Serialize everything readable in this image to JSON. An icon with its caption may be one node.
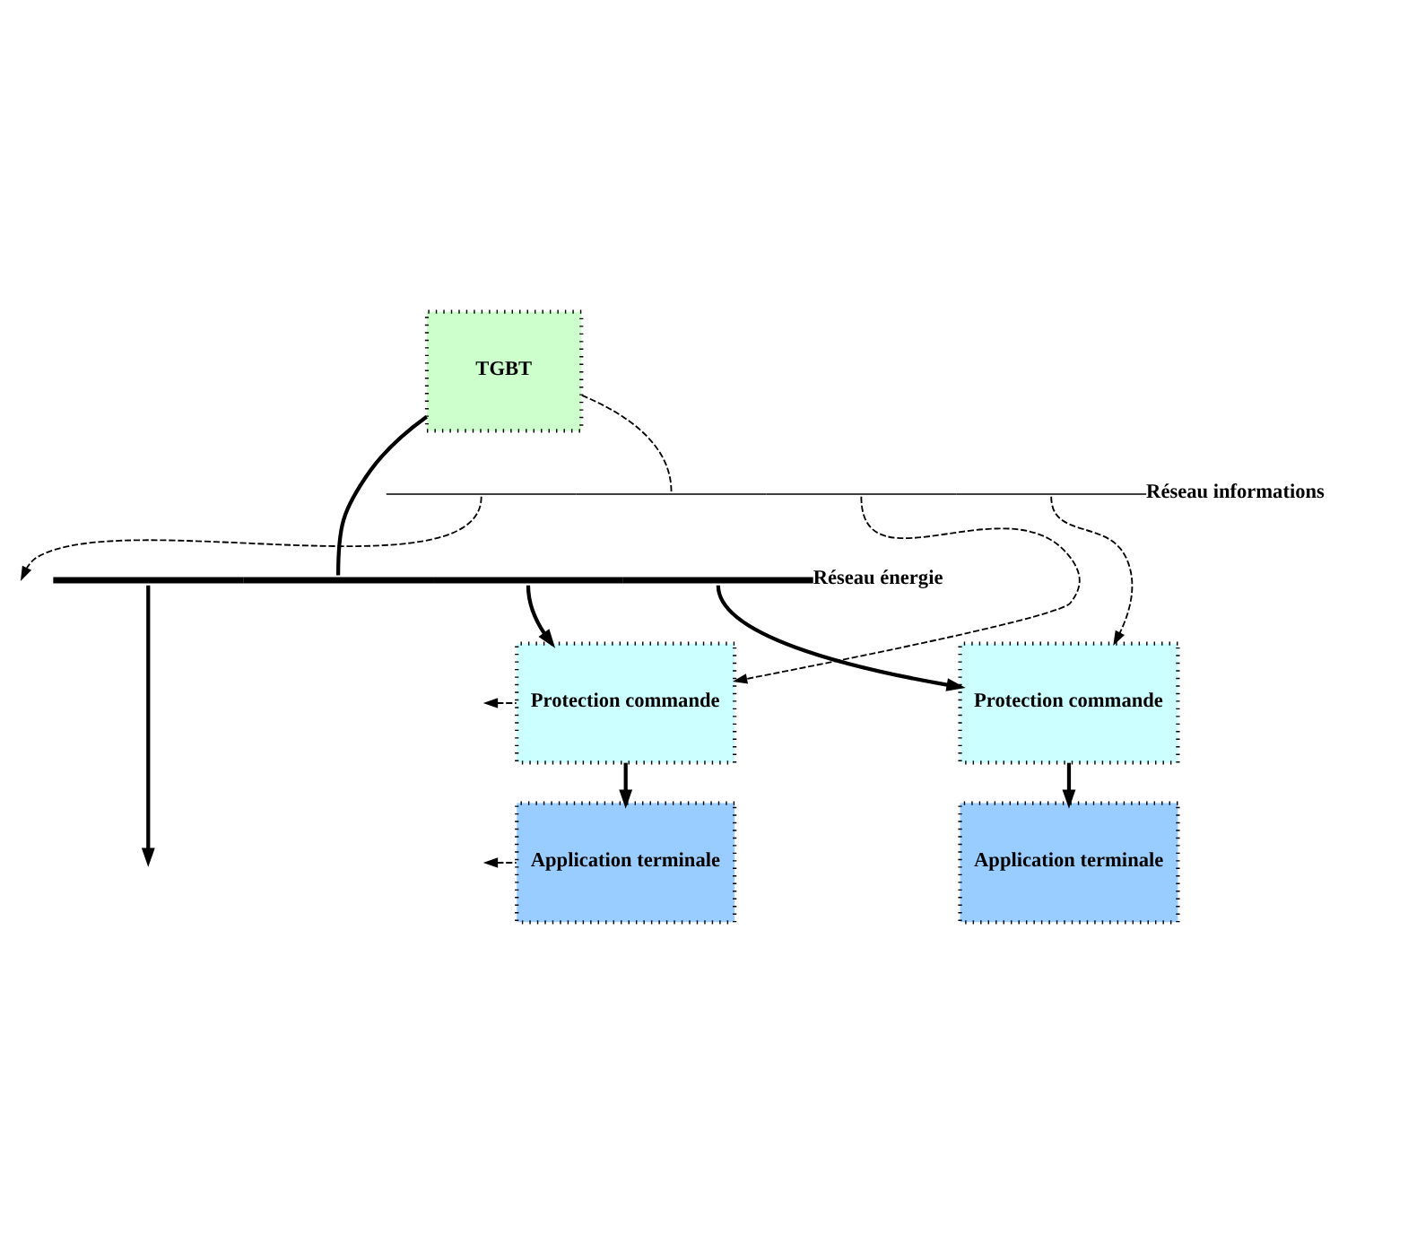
{
  "diagram": {
    "nodes": [
      {
        "text": [
          "TGBT"
        ]
      },
      {
        "text": [],
        "shape": "bar",
        "beside": [
          "Réseau informations"
        ]
      },
      {
        "text": [],
        "shape": "bar",
        "beside": [
          "Réseau énergie"
        ]
      },
      {
        "text": [
          "Protection commande"
        ]
      },
      {
        "text": [
          "Protection commande"
        ]
      },
      {
        "text": [
          "Application terminale"
        ]
      },
      {
        "text": [
          "Application terminale"
        ]
      }
    ],
    "edges": [
      {
        "from": 0,
        "to": 1,
        "arrow": "none",
        "style": "dashed"
      },
      {
        "from": 0,
        "to": 2,
        "arrow": "none"
      },
      {
        "from": 2,
        "to": null,
        "arrow": "to"
      },
      {
        "from": 1,
        "to": null,
        "arrow": "to",
        "style": "dashed"
      },
      {
        "from": 2,
        "to": 3,
        "arrow": "to"
      },
      {
        "from": 1,
        "to": 3,
        "arrow": "to",
        "style": "dashed"
      },
      {
        "from": 2,
        "to": 4,
        "arrow": "to"
      },
      {
        "from": 1,
        "to": 4,
        "arrow": "to",
        "style": "dashed"
      },
      {
        "from": 3,
        "to": null,
        "arrow": "to",
        "style": "dashed"
      },
      {
        "from": 3,
        "to": 5,
        "arrow": "to"
      },
      {
        "from": 4,
        "to": 6,
        "arrow": "to"
      },
      {
        "from": 5,
        "to": null,
        "arrow": "to",
        "style": "dashed"
      }
    ]
  }
}
